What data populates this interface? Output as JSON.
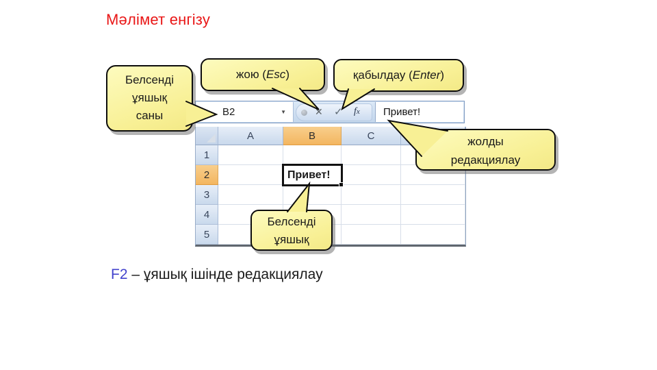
{
  "title": "Мәлімет енгізу",
  "caption": {
    "key": "F2",
    "rest": " – ұяшық ішінде редакциялау"
  },
  "callouts": {
    "active_cell_ref": "Белсенді\nұяшық\nсаны",
    "cancel_prefix": "жою (",
    "cancel_key": "Esc",
    "cancel_suffix": ")",
    "accept_prefix": "қабылдау (",
    "accept_key": "Enter",
    "accept_suffix": ")",
    "edit_line": "жолды\nредакциялау",
    "active_cell": "Белсенді\nұяшық"
  },
  "excel": {
    "name_box_value": "B2",
    "dropdown_icon": "▼",
    "cancel_icon": "✕",
    "enter_icon": "✓",
    "fx_f": "f",
    "fx_x": "x",
    "formula_bar_text": "Привет!",
    "active_cell_text": "Привет!",
    "column_headers": [
      "A",
      "B",
      "C",
      ""
    ],
    "row_headers": [
      "1",
      "2",
      "3",
      "4",
      "5"
    ]
  },
  "colors": {
    "title_red": "#E91616",
    "caption_blue": "#4242CC",
    "callout_yellow": "#F8F095",
    "selection_orange": "#F3B660"
  }
}
